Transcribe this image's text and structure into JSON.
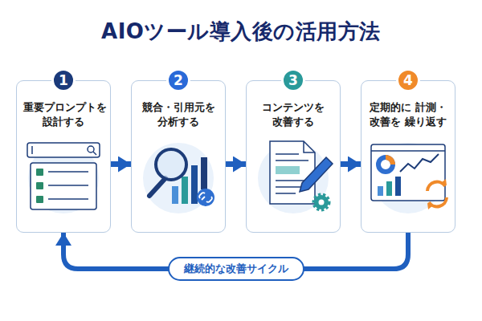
{
  "diagram": {
    "title": "AIOツール導入後の活用方法",
    "nodes": [
      {
        "text": [
          "重要プロンプトを 設計する"
        ]
      },
      {
        "text": [
          "1"
        ],
        "in": 0
      },
      {
        "text": [
          "競合・引用元を 分析する"
        ]
      },
      {
        "text": [
          "2"
        ],
        "in": 2
      },
      {
        "text": [
          "コンテンツを 改善する"
        ]
      },
      {
        "text": [
          "3"
        ],
        "in": 4
      },
      {
        "text": [
          "定期的に 計測・改善を 繰り返す"
        ]
      },
      {
        "text": [
          "4"
        ],
        "in": 6
      }
    ],
    "edges": [
      {
        "from": 0,
        "to": 2,
        "arrow": "to"
      },
      {
        "from": 2,
        "to": 4,
        "arrow": "to"
      },
      {
        "from": 4,
        "to": 6,
        "arrow": "to"
      },
      {
        "from": 6,
        "to": 0,
        "label": "継続的な改善サイクル",
        "arrow": "to"
      }
    ]
  }
}
